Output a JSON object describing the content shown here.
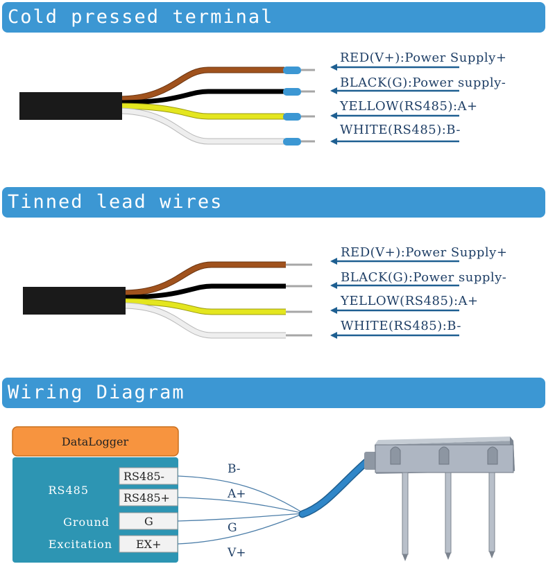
{
  "sections": [
    {
      "title": "Cold pressed terminal"
    },
    {
      "title": "Tinned lead wires"
    },
    {
      "title": "Wiring Diagram"
    }
  ],
  "wire_labels": [
    {
      "text": "RED(V+):Power Supply+",
      "color": "#a0521d"
    },
    {
      "text": "BLACK(G):Power supply-",
      "color": "#000000"
    },
    {
      "text": "YELLOW(RS485):A+",
      "color": "#e4e61f"
    },
    {
      "text": "WHITE(RS485):B-",
      "color": "#e2e2e2"
    }
  ],
  "tinned_labels": [
    {
      "text": "RED(V+):Power Supply+"
    },
    {
      "text": "BLACK(G):Power supply-"
    },
    {
      "text": "YELLOW(RS485):A+"
    },
    {
      "text": "WHITE(RS485):B-"
    }
  ],
  "datalogger": {
    "title": "DataLogger",
    "groups": [
      {
        "label": "RS485"
      },
      {
        "label": "Ground"
      },
      {
        "label": "Excitation"
      }
    ],
    "terminals": [
      {
        "text": "RS485-"
      },
      {
        "text": "RS485+"
      },
      {
        "text": "G"
      },
      {
        "text": "EX+"
      }
    ]
  },
  "connection_labels": [
    {
      "text": "B-"
    },
    {
      "text": "A+"
    },
    {
      "text": "G"
    },
    {
      "text": "V+"
    }
  ],
  "colors": {
    "header": "#3c97d3",
    "logger_title": "#f7943f",
    "logger_body": "#2d95b3",
    "arrow": "#1e5f91",
    "ferrule": "#3c97d3",
    "cable": "#2f86c8",
    "sensor": "#aeb6c2"
  }
}
